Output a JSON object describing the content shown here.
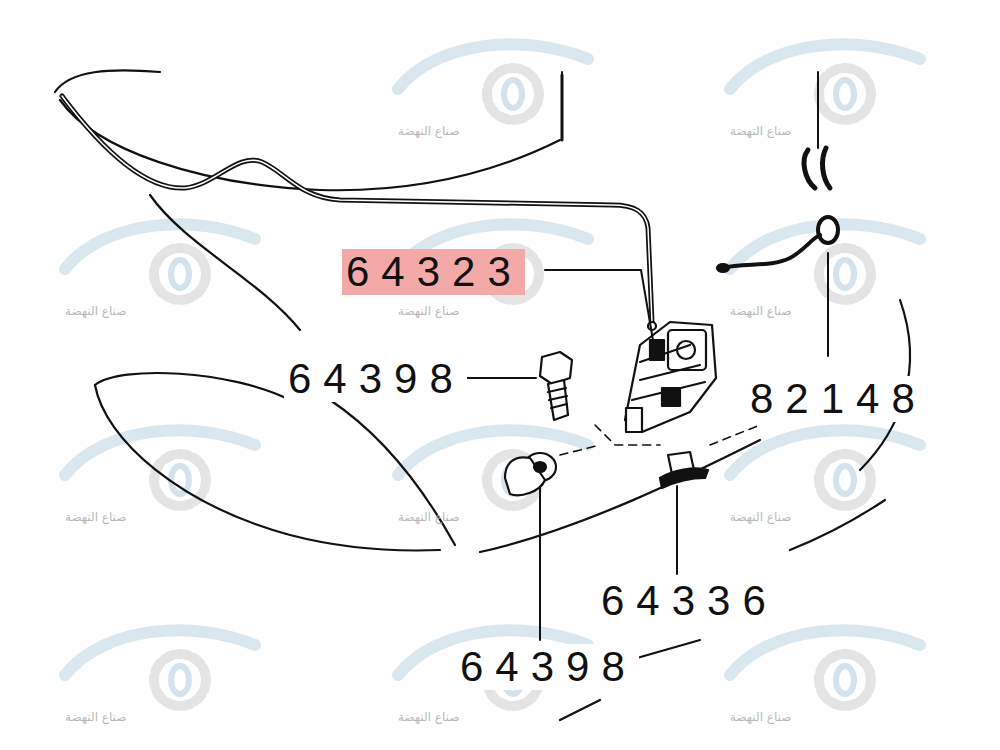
{
  "diagram": {
    "labels": [
      "64323",
      "64398",
      "82148",
      "64336",
      "64398",
      "صناع النهضة",
      "صناع النهضة",
      "صناع النهضة",
      "صناع النهضة",
      "صناع النهضة",
      "صناع النهضة",
      "صناع النهضة",
      "صناع النهضة",
      "صناع النهضة",
      "صناع النهضة",
      "صناع النهضة"
    ]
  }
}
